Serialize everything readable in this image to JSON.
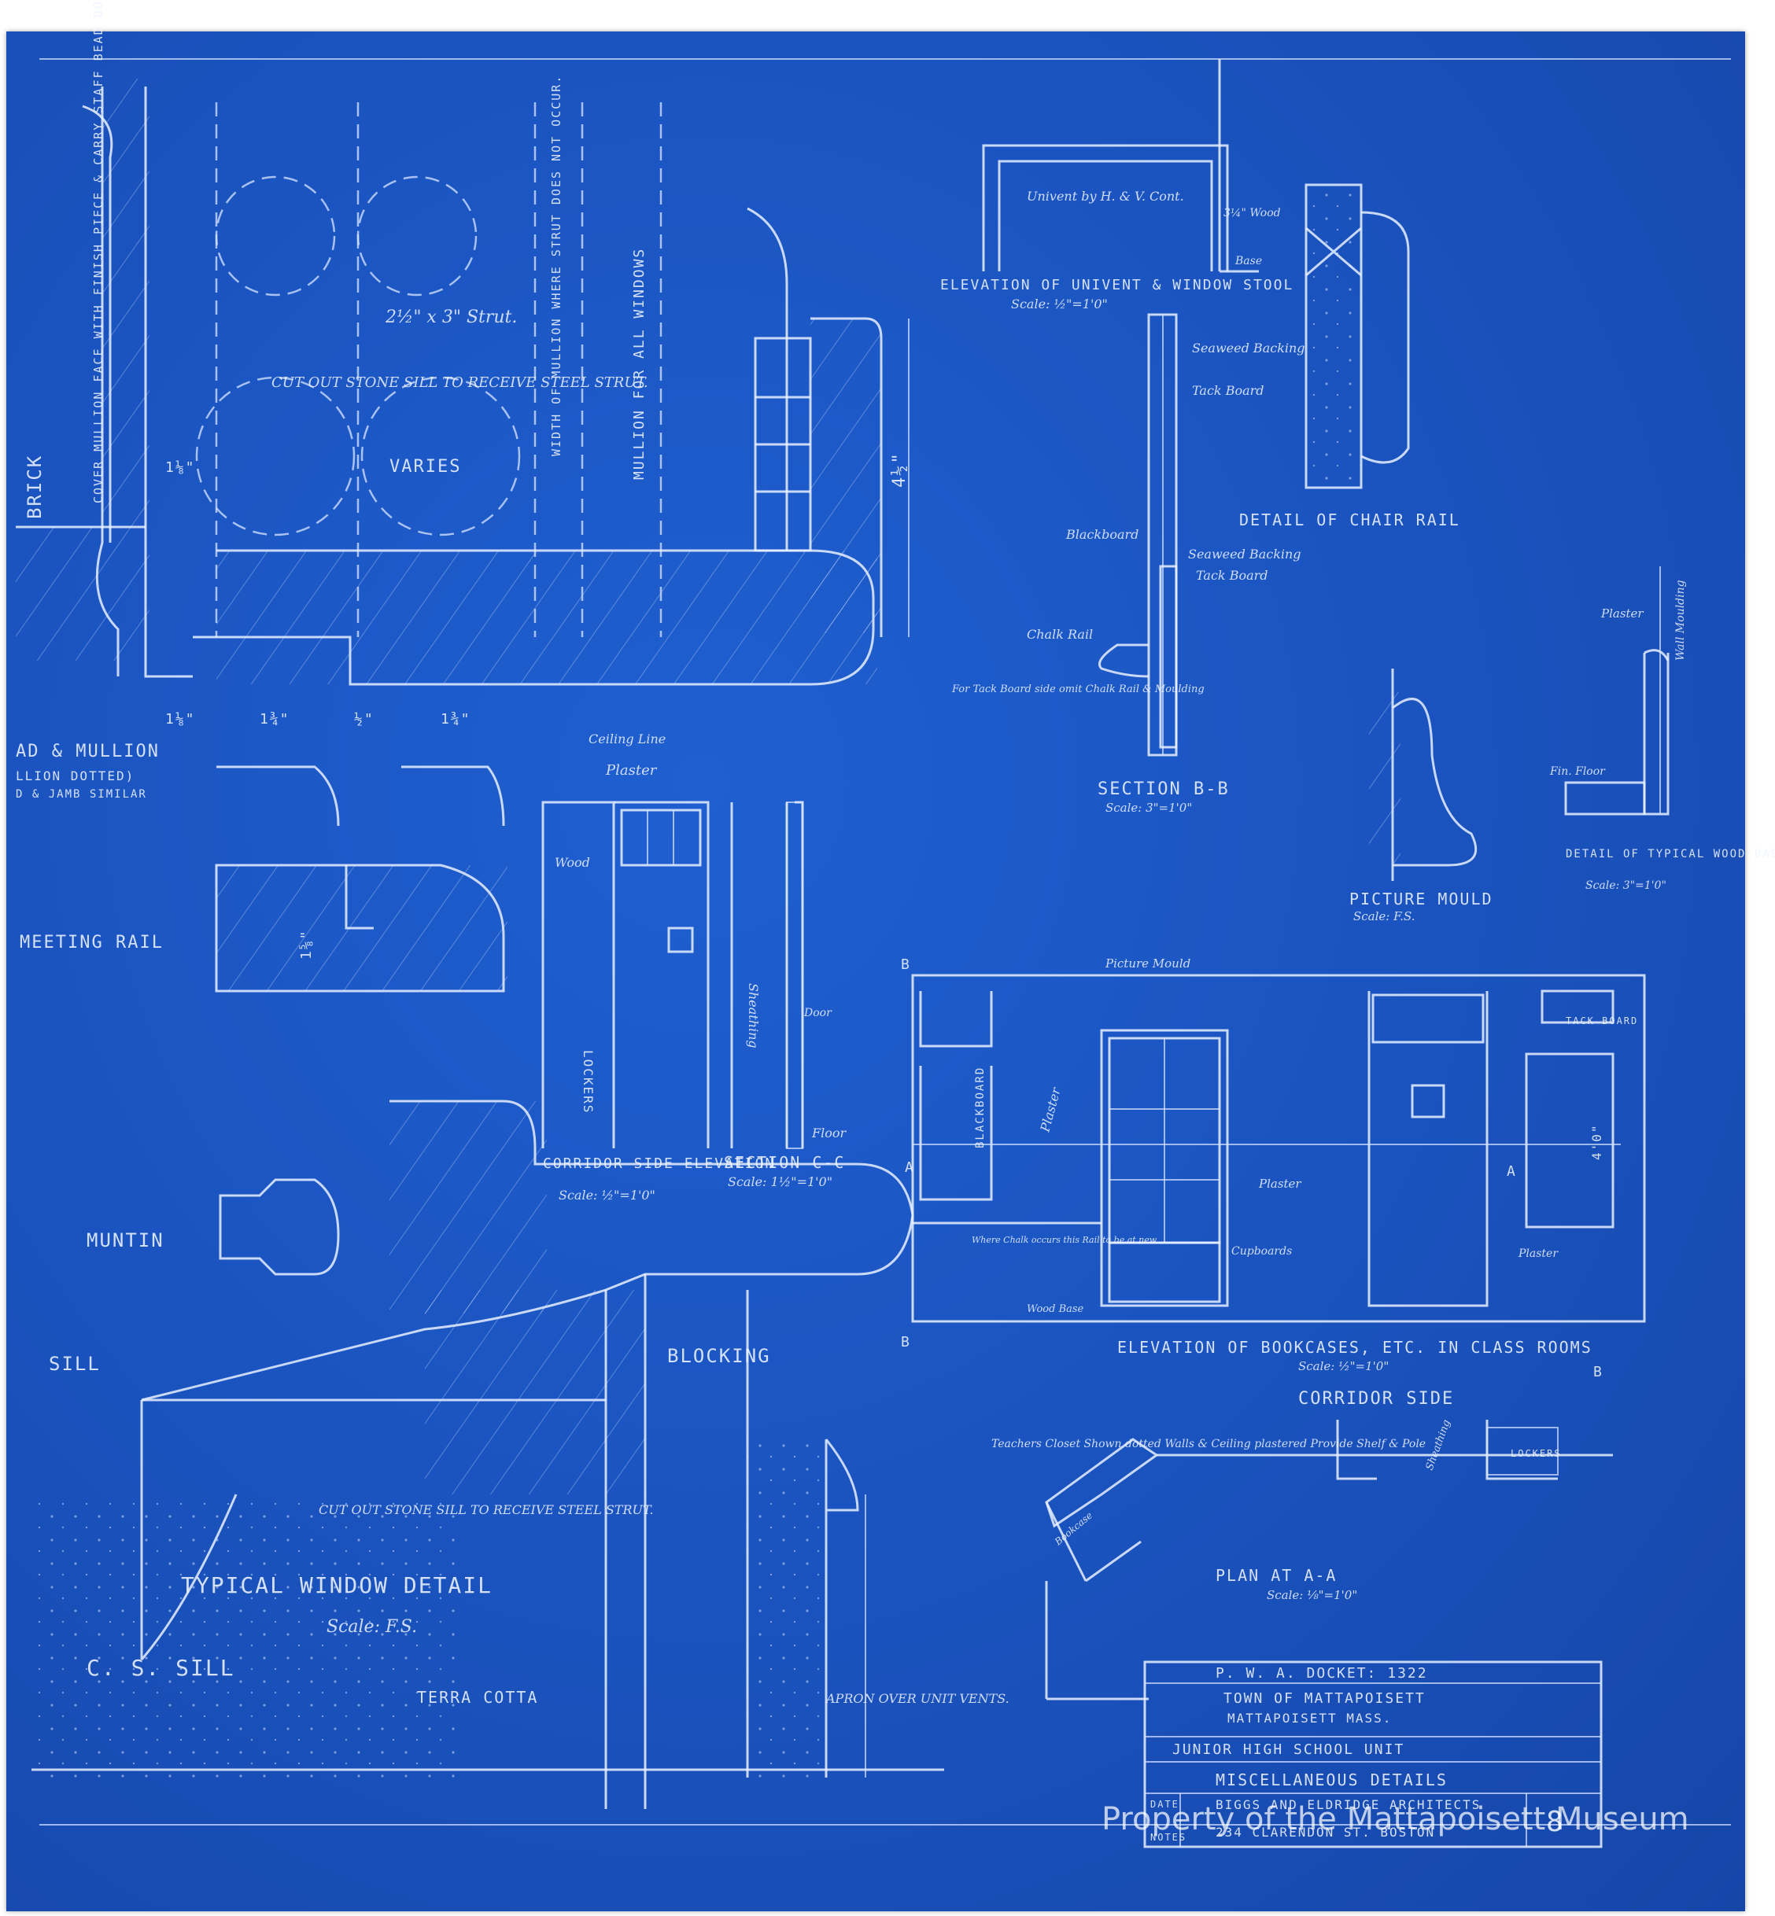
{
  "watermark": "Property of the Mattapoisett Museum",
  "colors": {
    "paper": "#1a52bd",
    "ink": "#e8f0ff"
  },
  "labels": {
    "brick": "BRICK",
    "cover_note": "COVER MULLION FACE WITH FINISH PIECE & CARRY STAFF BEAD DOWN WHERE STRUTS OCCUR.",
    "strut": "2½\" x 3\" Strut.",
    "cut_sill_top": "CUT OUT STONE SILL TO RECEIVE STEEL STRUT.",
    "varies": "VARIES",
    "width_mullion": "WIDTH OF MULLION WHERE STRUT DOES NOT OCCUR.",
    "mullion_all": "MULLION FOR ALL WINDOWS",
    "dim_4_half": "4½\"",
    "dim_1_1_8_top": "1⅛\"",
    "dim_1_1_8": "1⅛\"",
    "dim_1_3_4_a": "1¾\"",
    "dim_half": "½\"",
    "dim_1_3_4_b": "1¾\"",
    "head_mullion": "AD & MULLION",
    "mullion_dotted": "LLION DOTTED)",
    "jamb_similar": "D & JAMB SIMILAR",
    "meeting_rail": "MEETING RAIL",
    "dim_1_5_8": "1⅝\"",
    "muntin": "MUNTIN",
    "sill": "SILL",
    "blocking": "BLOCKING",
    "cut_sill_bottom": "CUT OUT STONE SILL TO RECEIVE STEEL STRUT.",
    "typical_window": "TYPICAL WINDOW DETAIL",
    "scale_fs": "Scale: F.S.",
    "cs_sill": "C. S. SILL",
    "terra_cotta": "TERRA COTTA",
    "apron": "APRON OVER UNIT VENTS.",
    "ceiling_line": "Ceiling Line",
    "plaster_c": "Plaster",
    "wood": "Wood",
    "lockers": "LOCKERS",
    "sheathing": "Sheathing",
    "door": "Door",
    "floor": "Floor",
    "corridor_side_elev": "CORRIDOR SIDE ELEVATION",
    "scale_half": "Scale: ½\"=1'0\"",
    "section_cc": "SECTION C-C",
    "scale_cc": "Scale: 1½\"=1'0\"",
    "elev_univent": "ELEVATION OF UNIVENT & WINDOW STOOL",
    "scale_univent": "Scale: ½\"=1'0\"",
    "univent": "Univent by H. & V. Cont.",
    "wood_3_4": "3¼\" Wood",
    "base": "Base",
    "seaweed_1": "Seaweed Backing",
    "tack_board_1": "Tack Board",
    "blackboard": "Blackboard",
    "seaweed_2": "Seaweed Backing",
    "tack_board_2": "Tack Board",
    "chalk_rail": "Chalk Rail",
    "tack_note": "For Tack Board side omit Chalk Rail & Moulding",
    "section_bb": "SECTION B-B",
    "scale_bb": "Scale: 3\"=1'0\"",
    "chair_rail": "DETAIL OF CHAIR RAIL",
    "picture_mould": "PICTURE MOULD",
    "scale_pm": "Scale: F.S.",
    "plaster_d": "Plaster",
    "fin_floor": "Fin. Floor",
    "wall_moulding": "Wall Moulding",
    "typical_base": "DETAIL OF TYPICAL WOOD BASE",
    "scale_base": "Scale: 3\"=1'0\"",
    "b_tl": "B",
    "b_bl": "B",
    "b_br": "B",
    "a_l": "A",
    "a_r": "A",
    "picture_mould_e": "Picture Mould",
    "tack_board_e": "TACK BOARD",
    "blackboard_e": "BLACKBOARD",
    "plaster_e": "Plaster",
    "dim_40": "4'0\"",
    "where_chalk": "Where Chalk occurs this Rail to be at new",
    "wood_base": "Wood Base",
    "cupboards": "Cupboards",
    "plaster_e2": "Plaster",
    "plaster_e3": "Plaster",
    "elev_bookcases": "ELEVATION OF BOOKCASES, ETC. IN CLASS ROOMS",
    "scale_bookcases": "Scale: ½\"=1'0\"",
    "corridor_side": "CORRIDOR SIDE",
    "teachers_closet": "Teachers Closet Shown dotted Walls & Ceiling plastered Provide Shelf & Pole",
    "lockers_p": "LOCKERS",
    "sheathing_p": "Sheathing",
    "bookcase_p": "Bookcase",
    "plan_aa": "PLAN AT A-A",
    "scale_aa": "Scale: ⅛\"=1'0\""
  },
  "title_block": {
    "docket": "P. W. A. DOCKET: 1322",
    "town": "TOWN OF MATTAPOISETT",
    "mass": "MATTAPOISETT MASS.",
    "project": "JUNIOR HIGH SCHOOL UNIT",
    "sheet": "MISCELLANEOUS DETAILS",
    "architect": "BIGGS AND ELDRIDGE ARCHITECTS",
    "address": "234 CLARENDON ST. BOSTON",
    "date_label": "DATE",
    "notes_label": "NOTES",
    "sheet_no": "8"
  }
}
